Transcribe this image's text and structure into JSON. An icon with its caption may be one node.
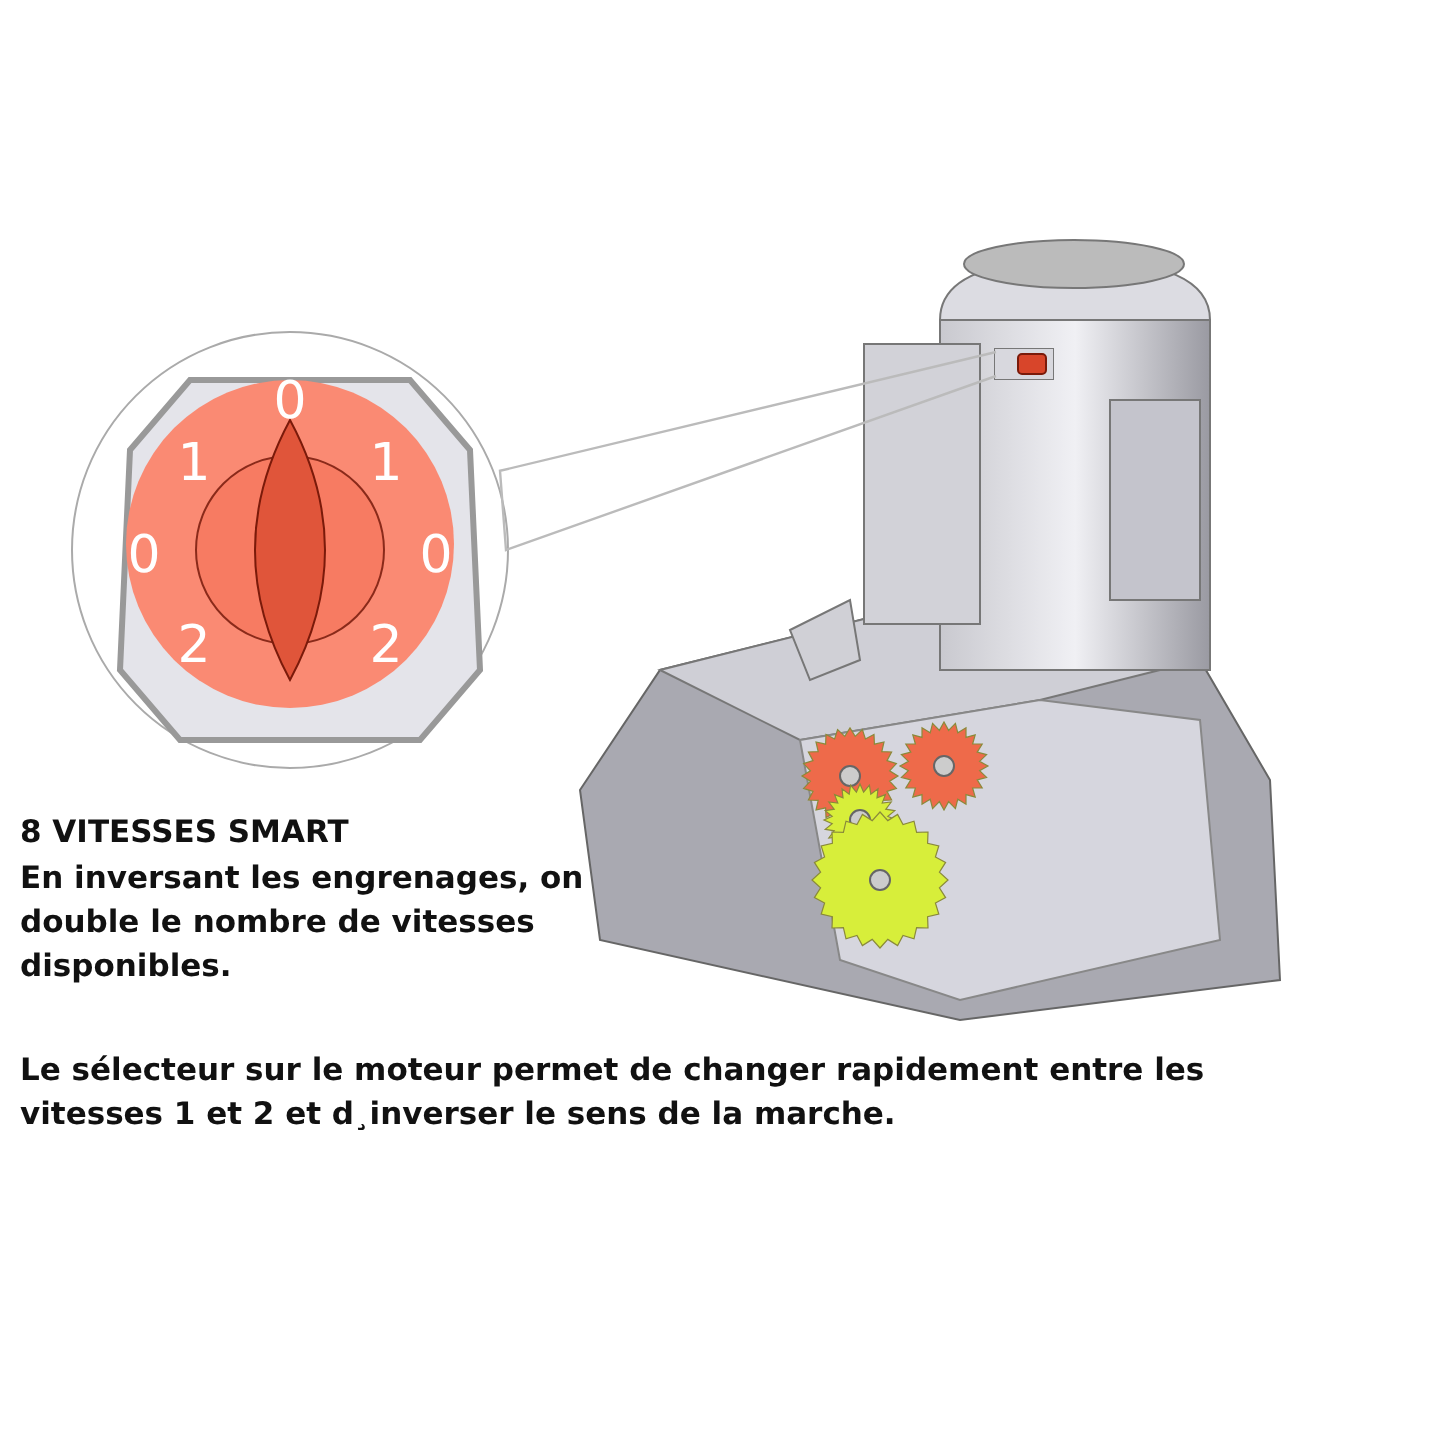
{
  "diagram": {
    "title": "8 VITESSES SMART",
    "nodes": [
      {
        "text": [],
        "shape": "circle"
      },
      {
        "text": [],
        "shape": "picture"
      }
    ],
    "edges": [
      {
        "from": 0,
        "to": 1,
        "arrow": "none"
      }
    ],
    "labels": [
      "0",
      "1",
      "1",
      "0",
      "0",
      "2",
      "2",
      "En inversant les engrenages, on double le nombre de vitesses disponibles.",
      "Le sélecteur sur le moteur permet de changer rapidement entre les vitesses 1 et 2 et d¸inverser le sens de la marche."
    ]
  }
}
